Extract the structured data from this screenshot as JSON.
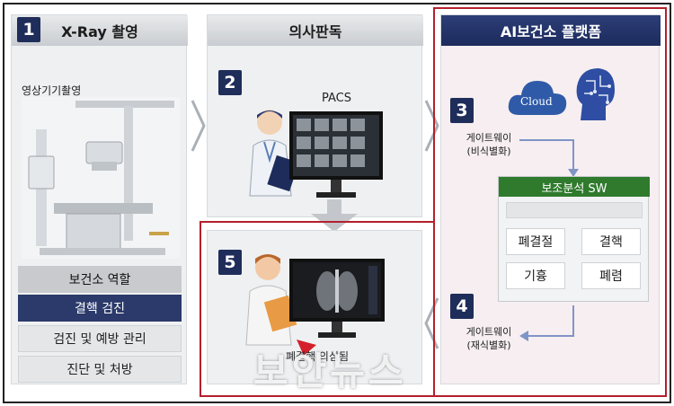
{
  "columns": {
    "xray": {
      "num": "1",
      "title": "X-Ray 촬영",
      "subtitle": "영상기기촬영"
    },
    "doctor": {
      "num": "2",
      "title": "의사판독",
      "pacs": "PACS"
    },
    "ai": {
      "title": "AI보건소 플랫폼"
    },
    "result": {
      "num": "5",
      "caption": "폐결핵 의심됨"
    }
  },
  "roles": {
    "title": "보건소 역할",
    "items": [
      "결핵 검진",
      "검진 및 예방 관리",
      "진단 및 처방"
    ]
  },
  "platform": {
    "cloud_label": "Cloud",
    "step3": {
      "num": "3",
      "line1": "게이트웨이",
      "line2": "(비식별화)"
    },
    "step4": {
      "num": "4",
      "line1": "게이트웨이",
      "line2": "(재식별화)"
    },
    "sw_title": "보조분석 SW",
    "diseases": [
      "폐결절",
      "결핵",
      "기흉",
      "폐렴"
    ]
  },
  "watermark": "보안뉴스",
  "colors": {
    "navy": "#1f2d5a",
    "red": "#b3202c",
    "green": "#2f7a2d"
  },
  "icons": [
    "cloud-icon",
    "ai-head-icon",
    "xray-machine-icon",
    "doctor-icon",
    "monitor-icon",
    "arrow-right-icon",
    "arrow-down-icon"
  ]
}
